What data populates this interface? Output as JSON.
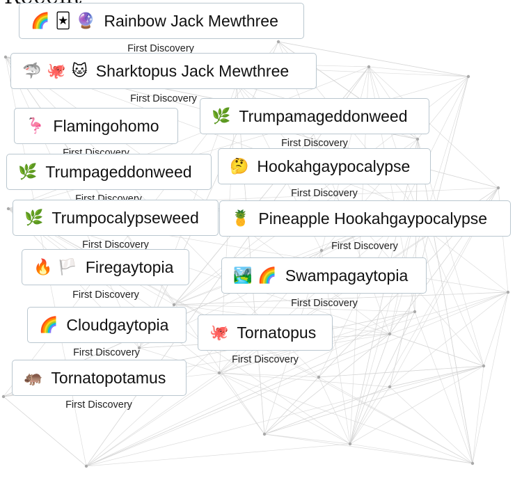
{
  "header": {
    "partial_title": "Recent"
  },
  "items": [
    {
      "name": "Rainbow Jack Mewthree",
      "emojis": [
        "🌈",
        "🃏",
        "🔮"
      ],
      "discovery": "First Discovery"
    },
    {
      "name": "Sharktopus Jack Mewthree",
      "emojis": [
        "🦈",
        "🐙",
        "🐱"
      ],
      "discovery": "First Discovery"
    },
    {
      "name": "Flamingohomo",
      "emojis": [
        "🦩"
      ],
      "discovery": "First Discovery"
    },
    {
      "name": "Trumpamageddonweed",
      "emojis": [
        "🌿"
      ],
      "discovery": "First Discovery"
    },
    {
      "name": "Trumpageddonweed",
      "emojis": [
        "🌿"
      ],
      "discovery": "First Discovery"
    },
    {
      "name": "Hookahgaypocalypse",
      "emojis": [
        "🤔"
      ],
      "discovery": "First Discovery"
    },
    {
      "name": "Trumpocalypseweed",
      "emojis": [
        "🌿"
      ],
      "discovery": "First Discovery"
    },
    {
      "name": "Pineapple Hookahgaypocalypse",
      "emojis": [
        "🍍"
      ],
      "discovery": "First Discovery"
    },
    {
      "name": "Firegaytopia",
      "emojis": [
        "🔥",
        "🏳️"
      ],
      "discovery": "First Discovery"
    },
    {
      "name": "Swampagaytopia",
      "emojis": [
        "🏞️",
        "🌈"
      ],
      "discovery": "First Discovery"
    },
    {
      "name": "Cloudgaytopia",
      "emojis": [
        "🌈"
      ],
      "discovery": "First Discovery"
    },
    {
      "name": "Tornatopus",
      "emojis": [
        "🐙"
      ],
      "discovery": "First Discovery"
    },
    {
      "name": "Tornatopotamus",
      "emojis": [
        "🦛"
      ],
      "discovery": "First Discovery"
    }
  ]
}
